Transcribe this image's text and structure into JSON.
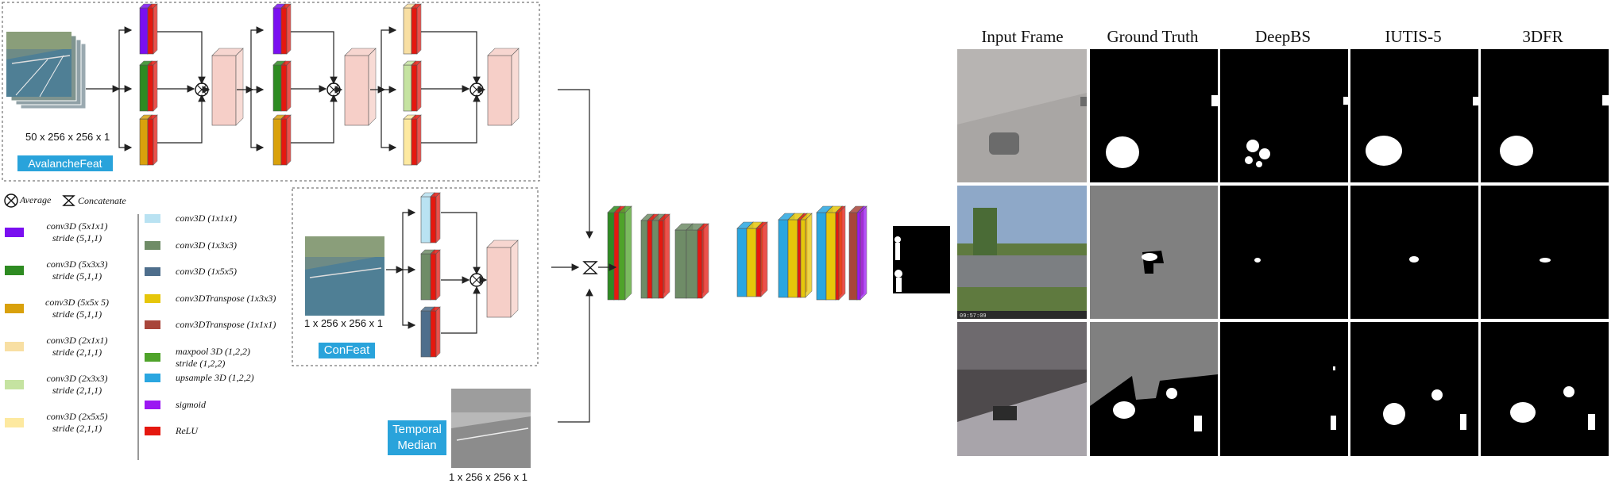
{
  "avalanche": {
    "label": "AvalancheFeat",
    "dims": "50 x 256 x 256 x 1"
  },
  "confeat": {
    "label": "ConFeat",
    "dims": "1 x 256 x 256 x 1"
  },
  "temporal": {
    "label_line1": "Temporal",
    "label_line2": "Median",
    "dims": "1 x 256 x 256 x 1"
  },
  "symbols": {
    "average": "Average",
    "concatenate": "Concatenate"
  },
  "legend_left": [
    {
      "label": "conv3D (5x1x1)",
      "label2": "stride (5,1,1)",
      "color": "#7a0ff0"
    },
    {
      "label": "conv3D (5x3x3)",
      "label2": "stride (5,1,1)",
      "color": "#2e8b22"
    },
    {
      "label": "conv3D (5x5x 5)",
      "label2": "stride (5,1,1)",
      "color": "#d9a10c"
    },
    {
      "label": "conv3D (2x1x1)",
      "label2": "stride (2,1,1)",
      "color": "#f8dfa3"
    },
    {
      "label": "conv3D (2x3x3)",
      "label2": "stride (2,1,1)",
      "color": "#c5e3a1"
    },
    {
      "label": "conv3D (2x5x5)",
      "label2": "stride (2,1,1)",
      "color": "#fde9a0"
    }
  ],
  "legend_right": [
    {
      "label": "conv3D (1x1x1)",
      "label2": "",
      "color": "#b9e2f2"
    },
    {
      "label": "conv3D (1x3x3)",
      "label2": "",
      "color": "#6f8c67"
    },
    {
      "label": "conv3D (1x5x5)",
      "label2": "",
      "color": "#4e6e8c"
    },
    {
      "label": "conv3DTranspose (1x3x3)",
      "label2": "",
      "color": "#e6c60a"
    },
    {
      "label": "conv3DTranspose (1x1x1)",
      "label2": "",
      "color": "#a8453a"
    },
    {
      "label": "maxpool 3D (1,2,2)",
      "label2": "stride (1,2,2)",
      "color": "#4fa32a"
    },
    {
      "label": "upsample 3D (1,2,2)",
      "label2": "",
      "color": "#2aa6e0"
    },
    {
      "label": "sigmoid",
      "label2": "",
      "color": "#9b17f2"
    },
    {
      "label": "ReLU",
      "label2": "",
      "color": "#e5180f"
    }
  ],
  "results": {
    "columns": [
      "Input Frame",
      "Ground Truth",
      "DeepBS",
      "IUTIS-5",
      "3DFR"
    ],
    "timestamp": "09:57:09"
  }
}
